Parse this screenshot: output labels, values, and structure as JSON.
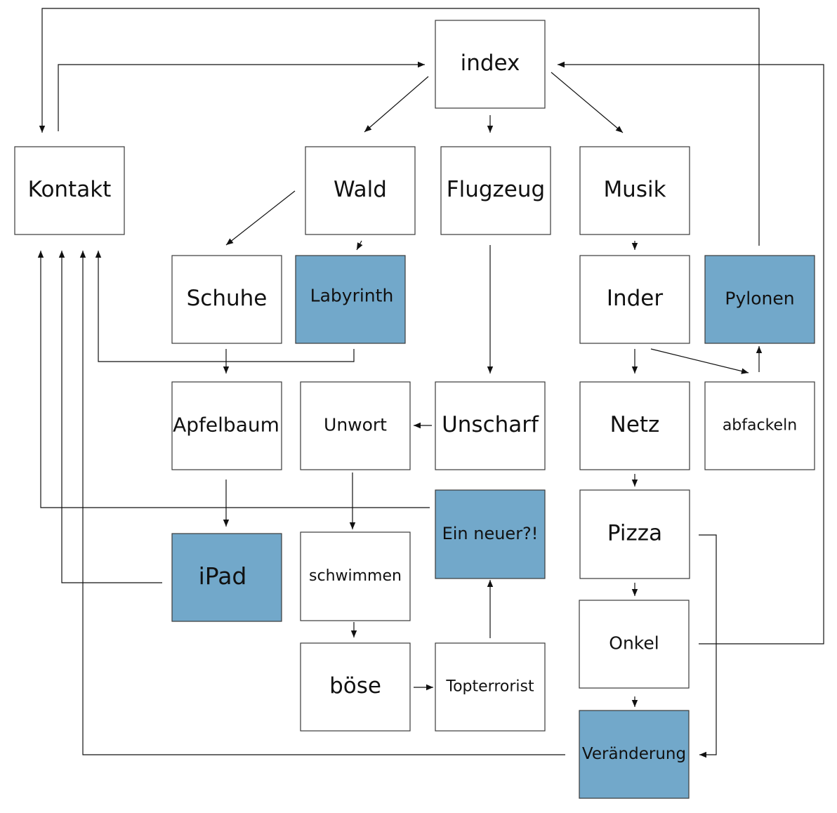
{
  "colors": {
    "plain": "#ffffff",
    "highlight": "#72a8ca",
    "stroke": "#3a3a3a",
    "edge": "#111111"
  },
  "nodes": {
    "index": {
      "label": "index",
      "highlighted": false
    },
    "kontakt": {
      "label": "Kontakt",
      "highlighted": false
    },
    "wald": {
      "label": "Wald",
      "highlighted": false
    },
    "flugzeug": {
      "label": "Flugzeug",
      "highlighted": false
    },
    "musik": {
      "label": "Musik",
      "highlighted": false
    },
    "schuhe": {
      "label": "Schuhe",
      "highlighted": false
    },
    "labyrinth": {
      "label": "Labyrinth",
      "highlighted": true
    },
    "inder": {
      "label": "Inder",
      "highlighted": false
    },
    "pylonen": {
      "label": "Pylonen",
      "highlighted": true
    },
    "apfelbaum": {
      "label": "Apfelbaum",
      "highlighted": false
    },
    "unwort": {
      "label": "Unwort",
      "highlighted": false
    },
    "unscharf": {
      "label": "Unscharf",
      "highlighted": false
    },
    "netz": {
      "label": "Netz",
      "highlighted": false
    },
    "abfackeln": {
      "label": "abfackeln",
      "highlighted": false
    },
    "ein_neuer": {
      "label": "Ein neuer?!",
      "highlighted": true
    },
    "pizza": {
      "label": "Pizza",
      "highlighted": false
    },
    "ipad": {
      "label": "iPad",
      "highlighted": true
    },
    "schwimmen": {
      "label": "schwimmen",
      "highlighted": false
    },
    "onkel": {
      "label": "Onkel",
      "highlighted": false
    },
    "boese": {
      "label": "böse",
      "highlighted": false
    },
    "topterrorist": {
      "label": "Topterrorist",
      "highlighted": false
    },
    "veraenderung": {
      "label": "Veränderung",
      "highlighted": true
    }
  },
  "edges": [
    {
      "from": "index",
      "to": "wald"
    },
    {
      "from": "index",
      "to": "flugzeug"
    },
    {
      "from": "index",
      "to": "musik"
    },
    {
      "from": "index",
      "to": "kontakt"
    },
    {
      "from": "kontakt",
      "to": "index"
    },
    {
      "from": "wald",
      "to": "schuhe"
    },
    {
      "from": "wald",
      "to": "labyrinth"
    },
    {
      "from": "schuhe",
      "to": "apfelbaum"
    },
    {
      "from": "labyrinth",
      "to": "kontakt"
    },
    {
      "from": "apfelbaum",
      "to": "ipad"
    },
    {
      "from": "ipad",
      "to": "kontakt"
    },
    {
      "from": "flugzeug",
      "to": "unscharf"
    },
    {
      "from": "unscharf",
      "to": "unwort"
    },
    {
      "from": "unwort",
      "to": "schwimmen"
    },
    {
      "from": "schwimmen",
      "to": "boese"
    },
    {
      "from": "boese",
      "to": "topterrorist"
    },
    {
      "from": "topterrorist",
      "to": "ein_neuer"
    },
    {
      "from": "ein_neuer",
      "to": "kontakt"
    },
    {
      "from": "musik",
      "to": "inder"
    },
    {
      "from": "inder",
      "to": "netz"
    },
    {
      "from": "inder",
      "to": "abfackeln"
    },
    {
      "from": "abfackeln",
      "to": "pylonen"
    },
    {
      "from": "netz",
      "to": "pizza"
    },
    {
      "from": "pizza",
      "to": "onkel"
    },
    {
      "from": "pizza",
      "to": "veraenderung"
    },
    {
      "from": "onkel",
      "to": "veraenderung"
    },
    {
      "from": "onkel",
      "to": "index"
    },
    {
      "from": "veraenderung",
      "to": "kontakt"
    }
  ]
}
